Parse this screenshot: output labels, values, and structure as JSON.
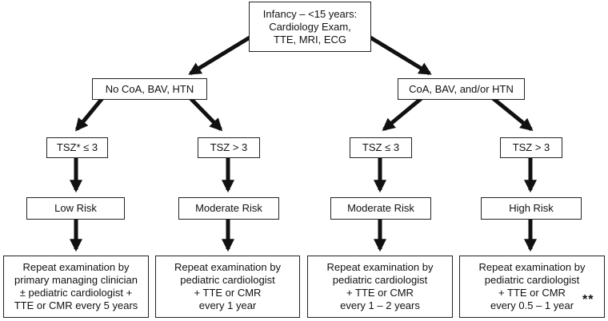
{
  "root": [
    "Infancy – <15 years:",
    "Cardiology Exam,",
    "TTE, MRI, ECG"
  ],
  "branches": {
    "left": "No CoA, BAV, HTN",
    "right": "CoA, BAV, and/or HTN"
  },
  "tsz": [
    "TSZ* ≤ 3",
    "TSZ > 3",
    "TSZ ≤ 3",
    "TSZ > 3"
  ],
  "risk": [
    "Low Risk",
    "Moderate Risk",
    "Moderate Risk",
    "High Risk"
  ],
  "actions": [
    [
      "Repeat examination by",
      "primary managing clinician",
      "± pediatric cardiologist +",
      "TTE or CMR every 5 years"
    ],
    [
      "Repeat examination by",
      "pediatric cardiologist",
      "+ TTE or CMR",
      "every 1 year"
    ],
    [
      "Repeat examination by",
      "pediatric cardiologist",
      "+ TTE or CMR",
      "every 1 – 2 years"
    ],
    [
      "Repeat examination by",
      "pediatric cardiologist",
      "+ TTE or CMR",
      "every 0.5 – 1 year"
    ]
  ],
  "footnote_marker": "**"
}
